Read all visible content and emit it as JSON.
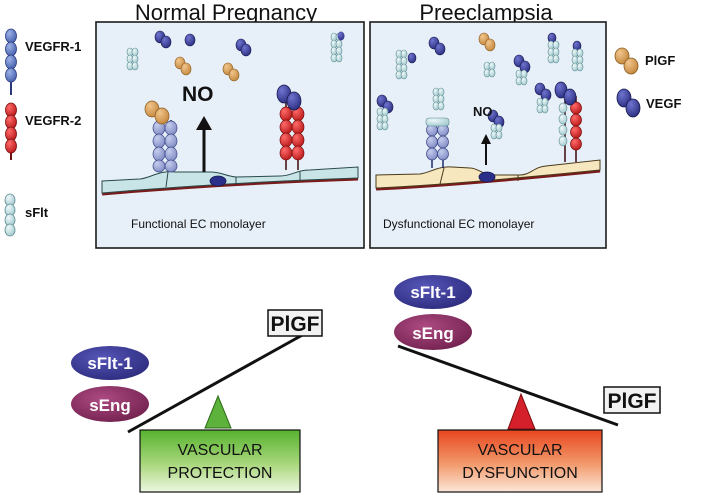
{
  "panels": {
    "normal": {
      "title": "Normal Pregnancy",
      "no_label": "NO",
      "caption": "Functional EC monolayer"
    },
    "preeclampsia": {
      "title": "Preeclampsia",
      "no_label": "NO",
      "caption": "Dysfunctional EC monolayer"
    }
  },
  "legend_left": {
    "vegfr1": "VEGFR-1",
    "vegfr2": "VEGFR-2",
    "sflt": "sFlt"
  },
  "legend_right": {
    "plgf": "PlGF",
    "vegf": "VEGF"
  },
  "balance_left": {
    "plgf": "PlGF",
    "sflt1": "sFlt-1",
    "seng": "sEng",
    "box_line1": "VASCULAR",
    "box_line2": "PROTECTION"
  },
  "balance_right": {
    "sflt1": "sFlt-1",
    "seng": "sEng",
    "plgf": "PlGF",
    "box_line1": "VASCULAR",
    "box_line2": "DYSFUNCTION"
  },
  "colors": {
    "panel_bg": "#e6eef7",
    "vegfr1": "#6f86c4",
    "vegfr2": "#d22a2a",
    "sflt": "#b8d8dc",
    "plgf": "#d8a25a",
    "vegf": "#3a3f9a",
    "sflt1_ellipse": "#3b3a94",
    "seng_ellipse": "#8c2e63",
    "protection_box": "#6fbe3c",
    "dysfunction_box": "#e8502a",
    "green_triangle": "#5cb23a",
    "red_triangle": "#d4202a"
  }
}
